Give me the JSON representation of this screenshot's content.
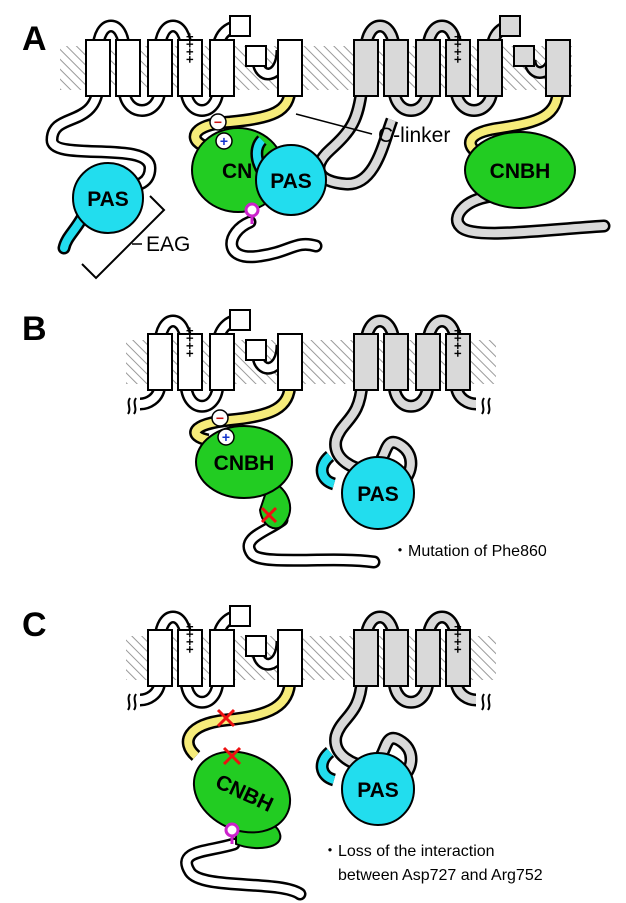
{
  "panels": [
    {
      "label": "A"
    },
    {
      "label": "B",
      "note": "・Mutation of Phe860"
    },
    {
      "label": "C",
      "note_line1": "・Loss of the interaction",
      "note_line2": "between Asp727 and Arg752"
    }
  ],
  "labels": {
    "pas": "PAS",
    "cnbh": "CNBH",
    "cnbh_partial": "CN",
    "c_linker": "C-linker",
    "eag": "EAG",
    "charges": "++++",
    "minus": "−",
    "plus": "+"
  },
  "colors": {
    "cnbh": "#22cc22",
    "pas": "#22ddee",
    "c_linker": "#f6ec7a",
    "tm_light": "#ffffff",
    "tm_dark": "#d9d9d9",
    "minus_sign": "#cc1111",
    "plus_sign": "#1133cc",
    "mutation_cross": "#ee1111",
    "phe_marker": "#cc22cc"
  }
}
